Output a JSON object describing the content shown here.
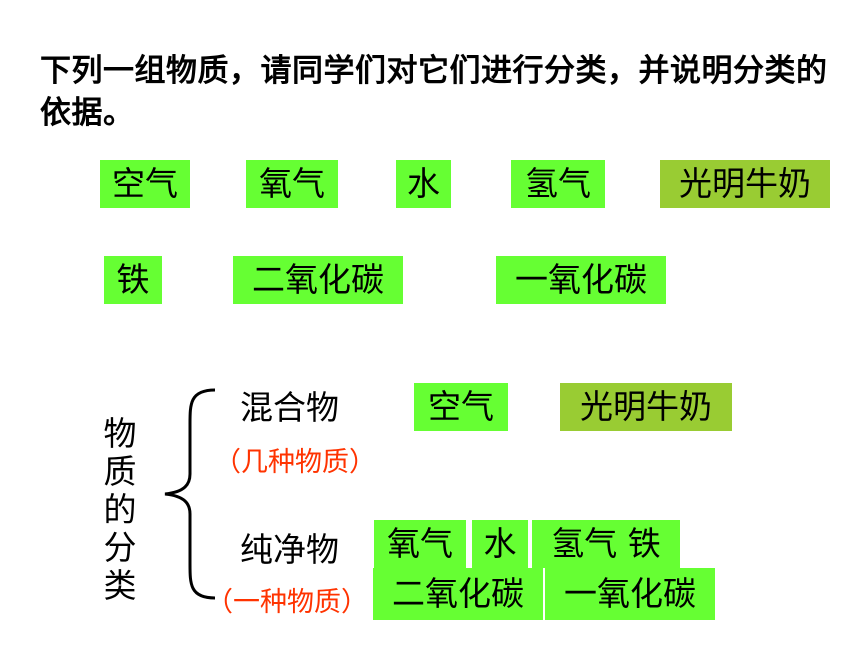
{
  "question": "下列一组物质，请同学们对它们进行分类，并说明分类的依据。",
  "substances": {
    "air": "空气",
    "oxygen": "氧气",
    "water": "水",
    "hydrogen": "氢气",
    "milk": "光明牛奶",
    "iron": "铁",
    "carbon_dioxide": "二氧化碳",
    "carbon_monoxide": "一氧化碳"
  },
  "classification": {
    "title": "物质的分类",
    "mixture": {
      "label": "混合物",
      "note": "（几种物质）",
      "items": [
        "空气",
        "光明牛奶"
      ]
    },
    "pure": {
      "label": "纯净物",
      "note": "（一种物质）",
      "items_row1": [
        "氧气",
        "水",
        "氢气 铁"
      ],
      "items_row2": [
        "二氧化碳",
        "一氧化碳"
      ]
    }
  },
  "colors": {
    "tag_green": "#66ff33",
    "tag_olive": "#99cc33",
    "note_red": "#ff3300"
  }
}
